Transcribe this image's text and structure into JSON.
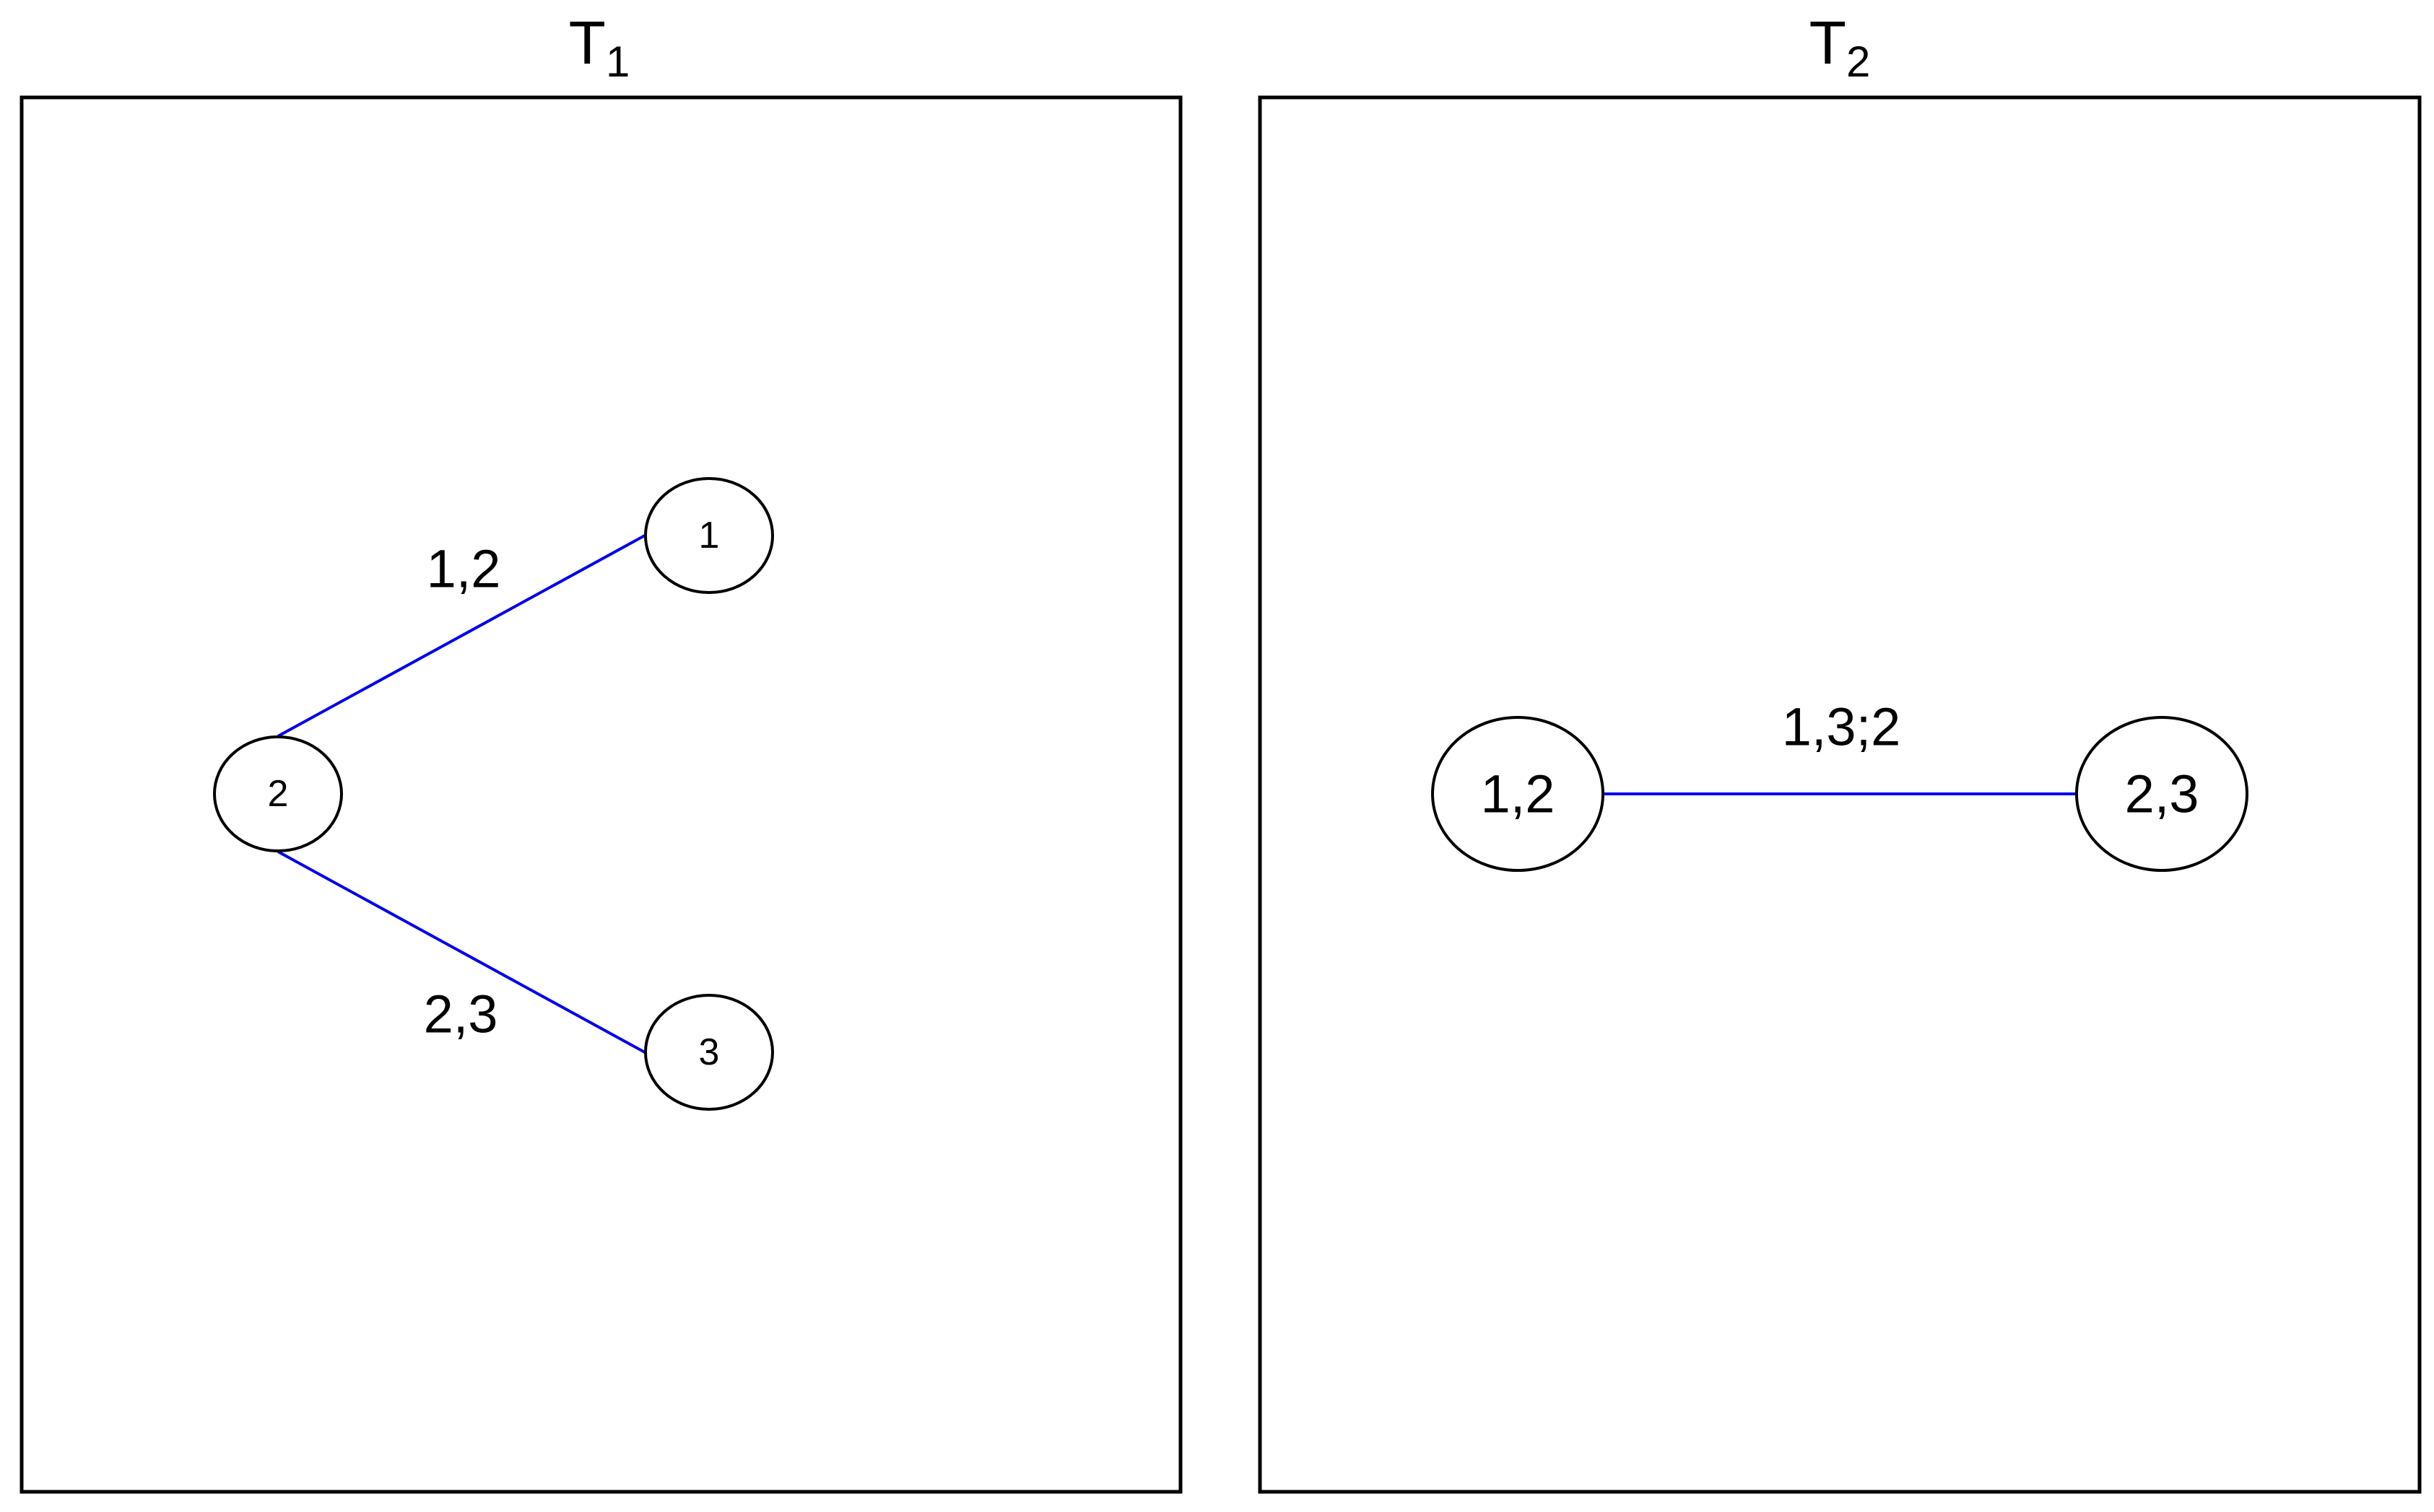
{
  "colors": {
    "edge": "#0000ee",
    "frame": "#000000",
    "node_fill": "#ffffff"
  },
  "panels": [
    {
      "title_main": "T",
      "title_sub": "1",
      "nodes": [
        {
          "label": "1"
        },
        {
          "label": "2"
        },
        {
          "label": "3"
        }
      ],
      "edges": [
        {
          "label": "1,2",
          "from": "2",
          "to": "1"
        },
        {
          "label": "2,3",
          "from": "2",
          "to": "3"
        }
      ]
    },
    {
      "title_main": "T",
      "title_sub": "2",
      "nodes": [
        {
          "label": "1,2"
        },
        {
          "label": "2,3"
        }
      ],
      "edges": [
        {
          "label": "1,3;2",
          "from": "1,2",
          "to": "2,3"
        }
      ]
    }
  ]
}
